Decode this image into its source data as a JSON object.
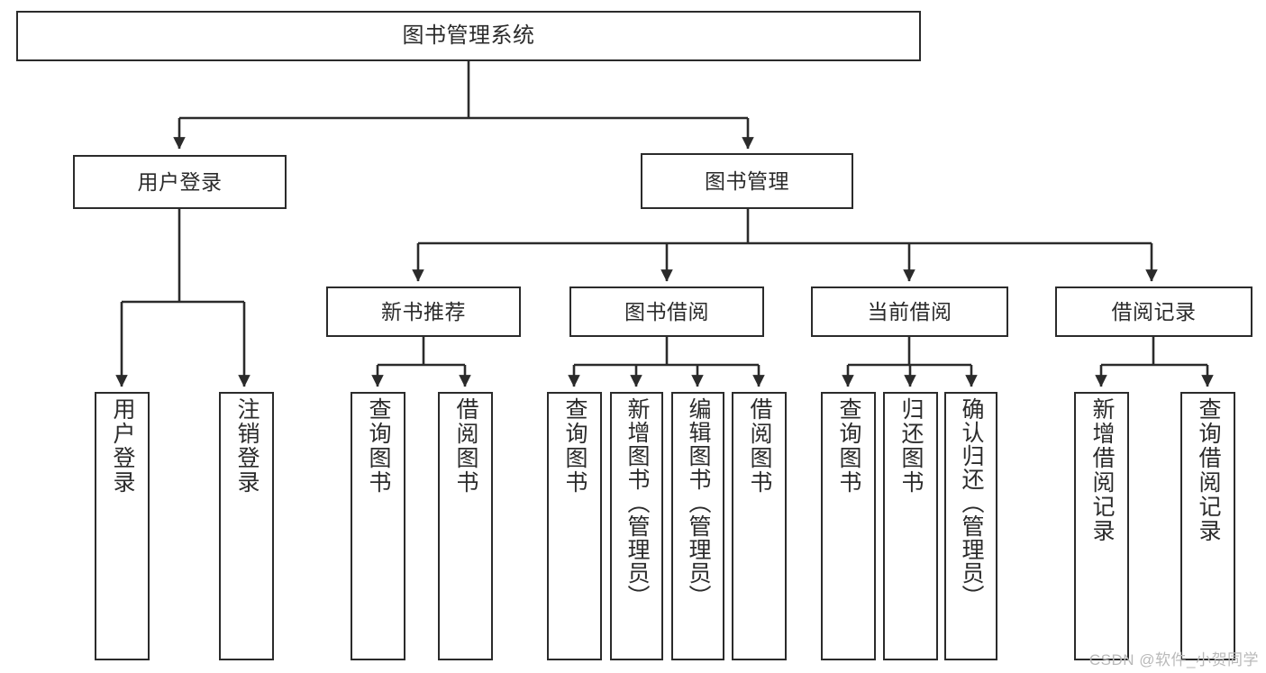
{
  "diagram": {
    "title": "图书管理系统",
    "type": "tree",
    "orientation": "top-down",
    "box_stroke": "#2b2b2b",
    "box_fill": "#ffffff",
    "text_color": "#2b2b2b",
    "background": "#ffffff"
  },
  "root": {
    "label": "图书管理系统"
  },
  "level2": [
    {
      "label": "用户登录"
    },
    {
      "label": "图书管理"
    }
  ],
  "level3": [
    {
      "label": "新书推荐"
    },
    {
      "label": "图书借阅"
    },
    {
      "label": "当前借阅"
    },
    {
      "label": "借阅记录"
    }
  ],
  "leaves": {
    "user_login": [
      {
        "label": "用户登录"
      },
      {
        "label": "注销登录"
      }
    ],
    "new_book_recommend": [
      {
        "label": "查询图书"
      },
      {
        "label": "借阅图书"
      }
    ],
    "book_borrow": [
      {
        "label": "查询图书"
      },
      {
        "label": "新增图书（管理员）"
      },
      {
        "label": "编辑图书（管理员）"
      },
      {
        "label": "借阅图书"
      }
    ],
    "current_borrow": [
      {
        "label": "查询图书"
      },
      {
        "label": "归还图书"
      },
      {
        "label": "确认归还（管理员）"
      }
    ],
    "borrow_record": [
      {
        "label": "新增借阅记录"
      },
      {
        "label": "查询借阅记录"
      }
    ]
  },
  "watermark": {
    "text": "CSDN @软件_小贺同学"
  }
}
